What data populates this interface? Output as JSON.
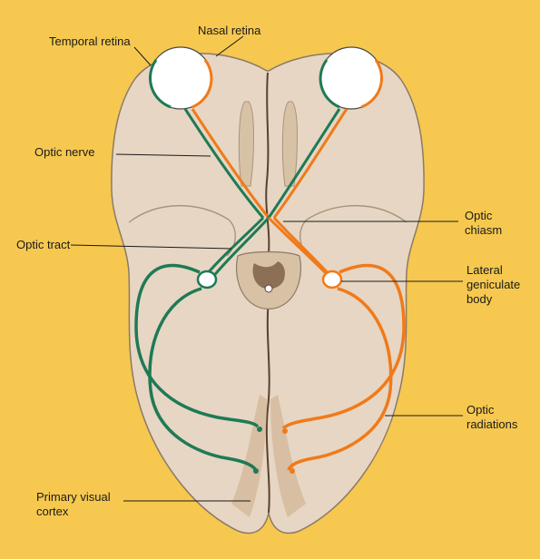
{
  "labels": {
    "temporal_retina": "Temporal retina",
    "nasal_retina": "Nasal retina",
    "optic_nerve": "Optic nerve",
    "optic_tract": "Optic tract",
    "optic_chiasm": "Optic\nchiasm",
    "lateral_geniculate_body": "Lateral\ngeniculate\nbody",
    "optic_radiations": "Optic\nradiations",
    "primary_visual_cortex": "Primary visual\ncortex"
  },
  "colors": {
    "background": "#f6c84f",
    "brain": "#e6d6c3",
    "brain_outline": "#8c7a66",
    "left_pathway": "#1e7a55",
    "right_pathway": "#f07a1a",
    "eye": "#ffffff"
  }
}
